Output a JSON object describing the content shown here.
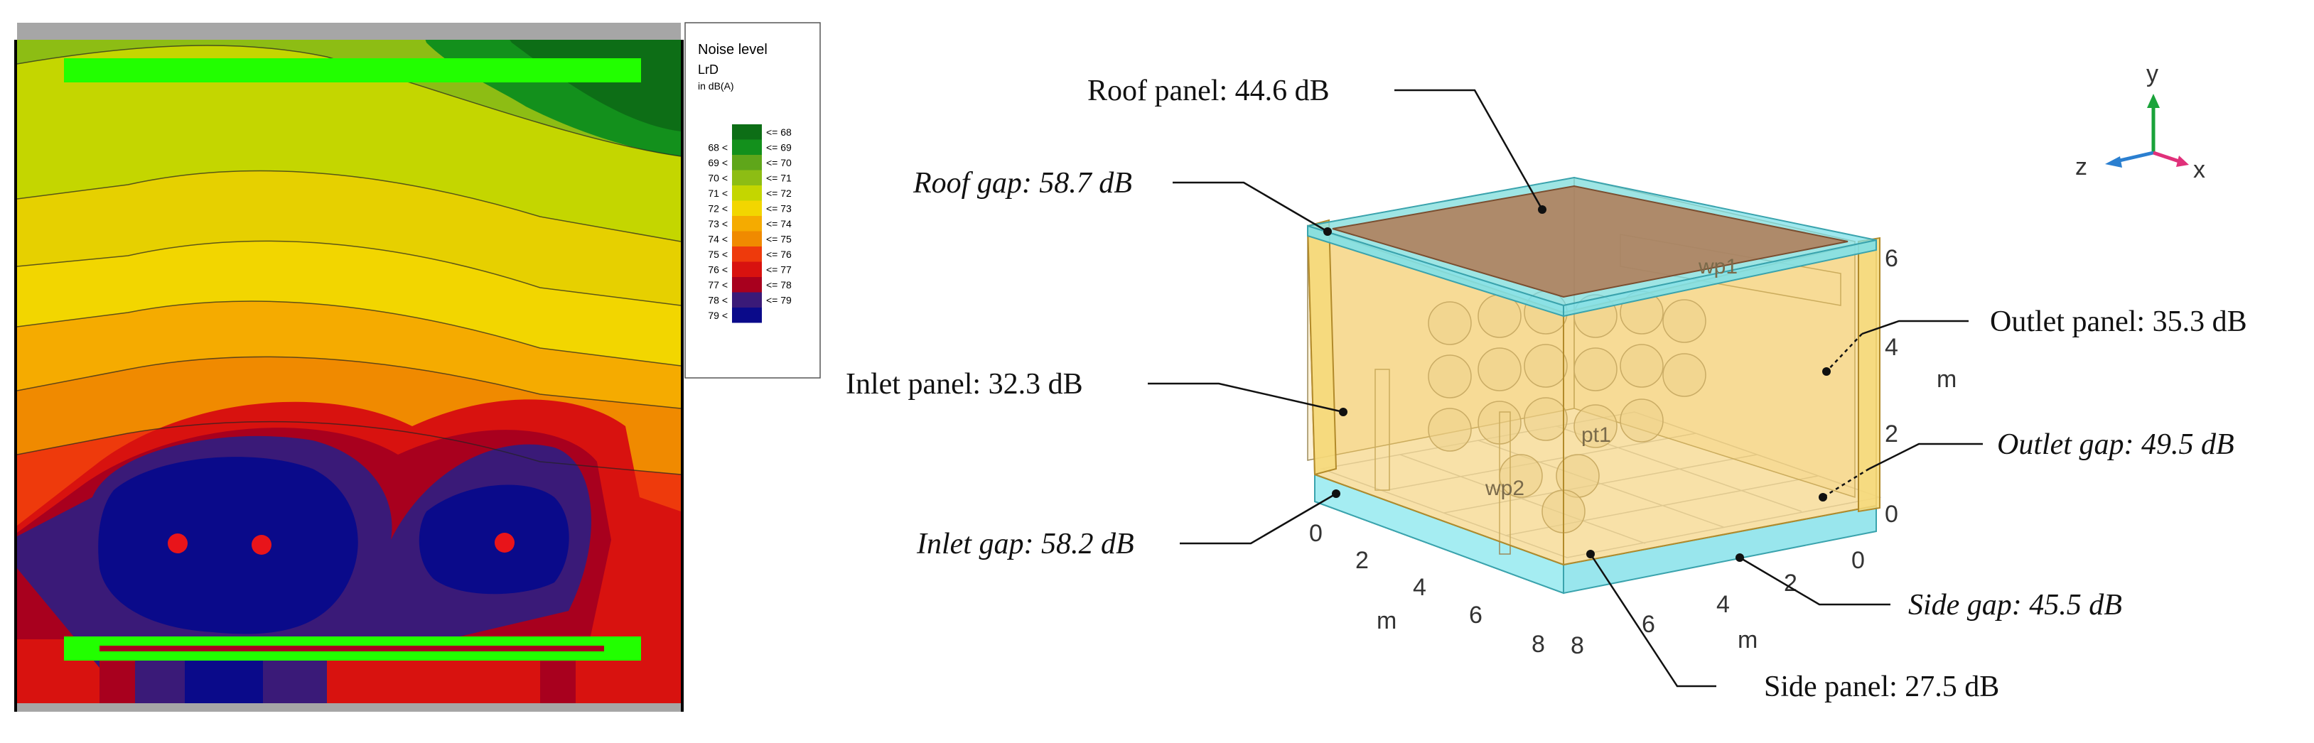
{
  "legend": {
    "title": "Noise level",
    "subtitle": "LrD",
    "unit": "in dB(A)",
    "items": [
      {
        "label_left": "",
        "label_right": "<= 68",
        "color": "#0d6e16"
      },
      {
        "label_left": "68 <",
        "label_right": "<= 69",
        "color": "#13901c"
      },
      {
        "label_left": "69 <",
        "label_right": "<= 70",
        "color": "#5fa61a"
      },
      {
        "label_left": "70 <",
        "label_right": "<= 71",
        "color": "#8dbd14"
      },
      {
        "label_left": "71 <",
        "label_right": "<= 72",
        "color": "#c4d600"
      },
      {
        "label_left": "72 <",
        "label_right": "<= 73",
        "color": "#f2d600"
      },
      {
        "label_left": "73 <",
        "label_right": "<= 74",
        "color": "#f5ab00"
      },
      {
        "label_left": "74 <",
        "label_right": "<= 75",
        "color": "#f08a00"
      },
      {
        "label_left": "75 <",
        "label_right": "<= 76",
        "color": "#ee3a0c"
      },
      {
        "label_left": "76 <",
        "label_right": "<= 77",
        "color": "#d8120f"
      },
      {
        "label_left": "77 <",
        "label_right": "<= 78",
        "color": "#a8001e"
      },
      {
        "label_left": "78 <",
        "label_right": "<= 79",
        "color": "#3a1a78"
      },
      {
        "label_left": "79 <",
        "label_right": "",
        "color": "#0a0a8a"
      }
    ]
  },
  "map": {
    "source_color": "#e8141a",
    "barrier_color": "#22ff00",
    "edge_color": "#a6a6a6"
  },
  "model": {
    "callouts": {
      "roof_panel": "Roof panel: 44.6 dB",
      "roof_gap": "Roof gap: 58.7 dB",
      "inlet_panel": "Inlet panel: 32.3 dB",
      "inlet_gap": "Inlet gap: 58.2 dB",
      "outlet_panel": "Outlet panel: 35.3 dB",
      "outlet_gap": "Outlet gap: 49.5 dB",
      "side_gap": "Side gap: 45.5 dB",
      "side_panel": "Side panel: 27.5 dB"
    },
    "point_labels": {
      "wp1": "wp1",
      "wp2": "wp2",
      "pt1": "pt1"
    },
    "axis_unit": "m",
    "x_axis_ticks": [
      "0",
      "2",
      "4",
      "6",
      "8"
    ],
    "z_axis_ticks": [
      "8",
      "6",
      "4",
      "2",
      "0"
    ],
    "y_axis_ticks": [
      "0",
      "2",
      "4",
      "6"
    ],
    "triad": {
      "x": "x",
      "y": "y",
      "z": "z"
    },
    "colors": {
      "panel_fill": "#f2c860",
      "roof_fill": "#b07a55",
      "gap_fill": "#7fe0e8",
      "x_axis": "#e0307a",
      "y_axis": "#1aa33a",
      "z_axis": "#2a7fd0"
    }
  }
}
